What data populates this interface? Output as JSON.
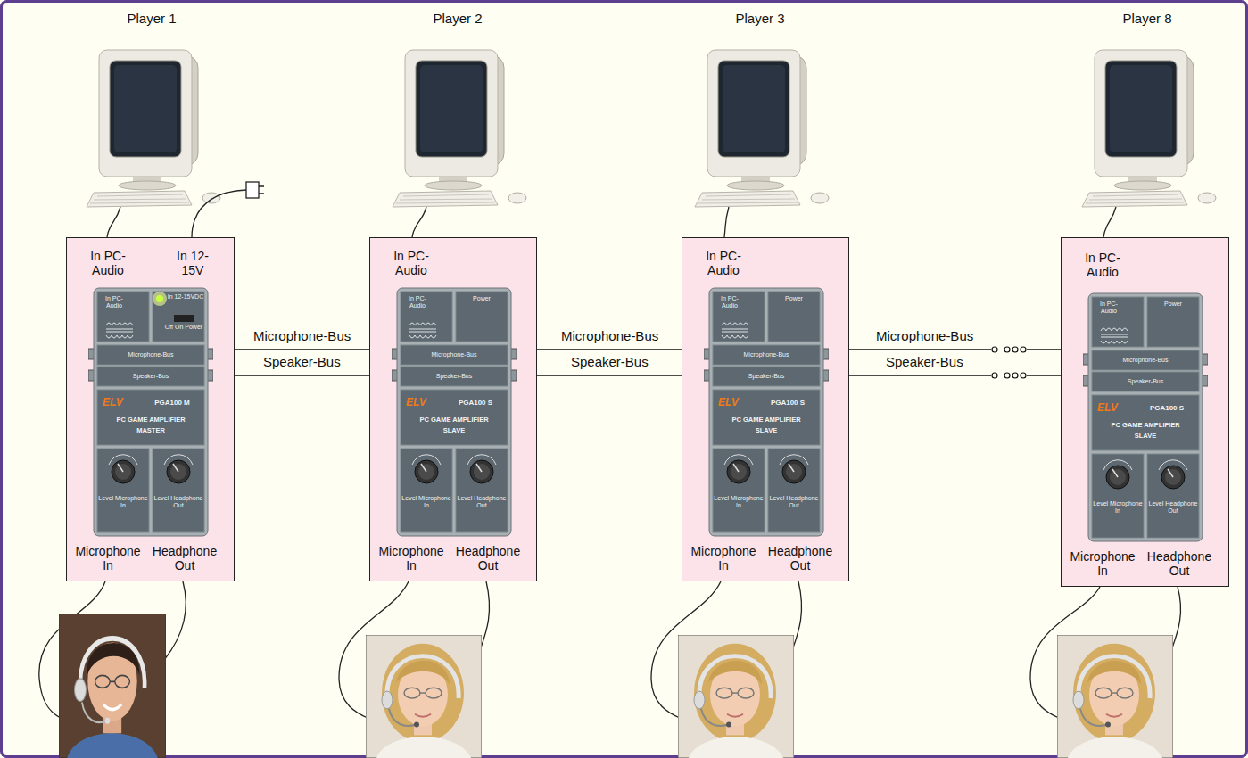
{
  "diagram": {
    "nodes": [
      {
        "text": [
          "In PC-Audio",
          "In 12-15V",
          "Microphone In",
          "Headphone Out"
        ]
      },
      {
        "text": [
          "In PC-Audio",
          "In 12-15VDC",
          "Off On Power",
          "Microphone-Bus",
          "Speaker-Bus",
          "ELV",
          "PGA100 M",
          "PC GAME AMPLIFIER",
          "MASTER",
          "Level Microphone In",
          "Level Headphone Out"
        ],
        "in": 0
      },
      {
        "text": [
          "In PC-Audio",
          "Microphone In",
          "Headphone Out"
        ]
      },
      {
        "text": [
          "In PC-Audio",
          "Power",
          "Microphone-Bus",
          "Speaker-Bus",
          "ELV",
          "PGA100 S",
          "PC GAME AMPLIFIER",
          "SLAVE",
          "Level Microphone In",
          "Level Headphone Out"
        ],
        "in": 2
      },
      {
        "text": [
          "In PC-Audio",
          "Microphone In",
          "Headphone Out"
        ]
      },
      {
        "text": [
          "In PC-Audio",
          "Power",
          "Microphone-Bus",
          "Speaker-Bus",
          "ELV",
          "PGA100 S",
          "PC GAME AMPLIFIER",
          "SLAVE",
          "Level Microphone In",
          "Level Headphone Out"
        ],
        "in": 4
      },
      {
        "text": [
          "In PC-Audio",
          "Microphone In",
          "Headphone Out"
        ]
      },
      {
        "text": [
          "In PC-Audio",
          "Power",
          "Microphone-Bus",
          "Speaker-Bus",
          "ELV",
          "PGA100 S",
          "PC GAME AMPLIFIER",
          "SLAVE",
          "Level Microphone In",
          "Level Headphone Out"
        ],
        "in": 6
      }
    ],
    "edges": [
      {
        "from": 0,
        "to": 2,
        "label": "Microphone-Bus",
        "arrow": "none"
      },
      {
        "from": 0,
        "to": 2,
        "label": "Speaker-Bus",
        "arrow": "none"
      },
      {
        "from": 2,
        "to": 4,
        "label": "Microphone-Bus",
        "arrow": "none"
      },
      {
        "from": 2,
        "to": 4,
        "label": "Speaker-Bus",
        "arrow": "none"
      },
      {
        "from": 4,
        "to": 6,
        "label": "Microphone-Bus",
        "arrow": "none"
      },
      {
        "from": 4,
        "to": 6,
        "label": "Speaker-Bus",
        "arrow": "none"
      }
    ],
    "labels": [
      "Player 1",
      "Player 2",
      "Player 3",
      "Player 8"
    ]
  }
}
